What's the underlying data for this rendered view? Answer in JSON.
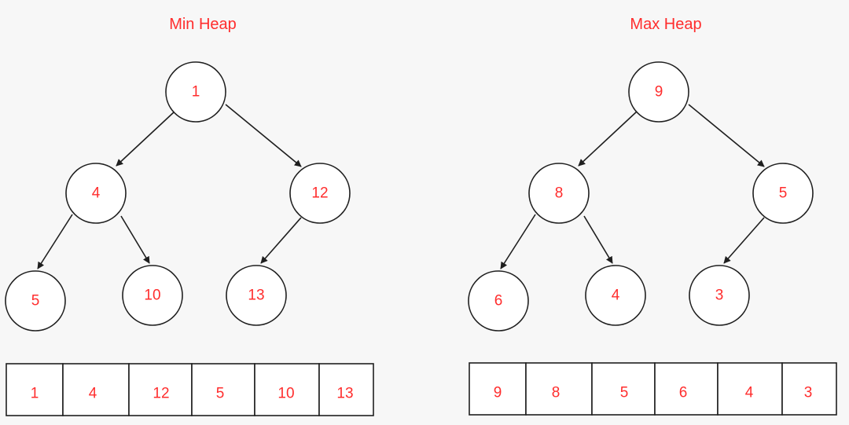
{
  "heaps": [
    {
      "id": "min",
      "title": "Min Heap",
      "nodes": [
        "1",
        "4",
        "12",
        "5",
        "10",
        "13"
      ],
      "array": [
        "1",
        "4",
        "12",
        "5",
        "10",
        "13"
      ]
    },
    {
      "id": "max",
      "title": "Max Heap",
      "nodes": [
        "9",
        "8",
        "5",
        "6",
        "4",
        "3"
      ],
      "array": [
        "9",
        "8",
        "5",
        "6",
        "4",
        "3"
      ]
    }
  ],
  "colors": {
    "text": "#ff2d2d",
    "stroke": "#1f1f1f",
    "background": "#f7f7f7"
  }
}
